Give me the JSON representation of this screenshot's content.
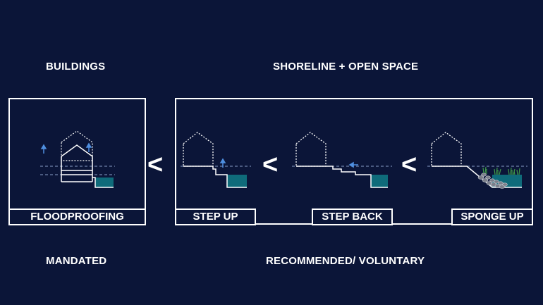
{
  "headings": {
    "buildings": "BUILDINGS",
    "shoreline": "SHORELINE + OPEN SPACE",
    "mandated": "MANDATED",
    "recommended": "RECOMMENDED/ VOLUNTARY"
  },
  "labels": {
    "floodproofing": "FLOODPROOFING",
    "step_up": "STEP UP",
    "step_back": "STEP BACK",
    "sponge_up": "SPONGE UP"
  },
  "comparators": [
    "<",
    "<",
    "<"
  ],
  "colors": {
    "background": "#0b1538",
    "water": "#0f6b7a",
    "arrow": "#4f8fe0",
    "vegetation": "#3f9a4a"
  }
}
